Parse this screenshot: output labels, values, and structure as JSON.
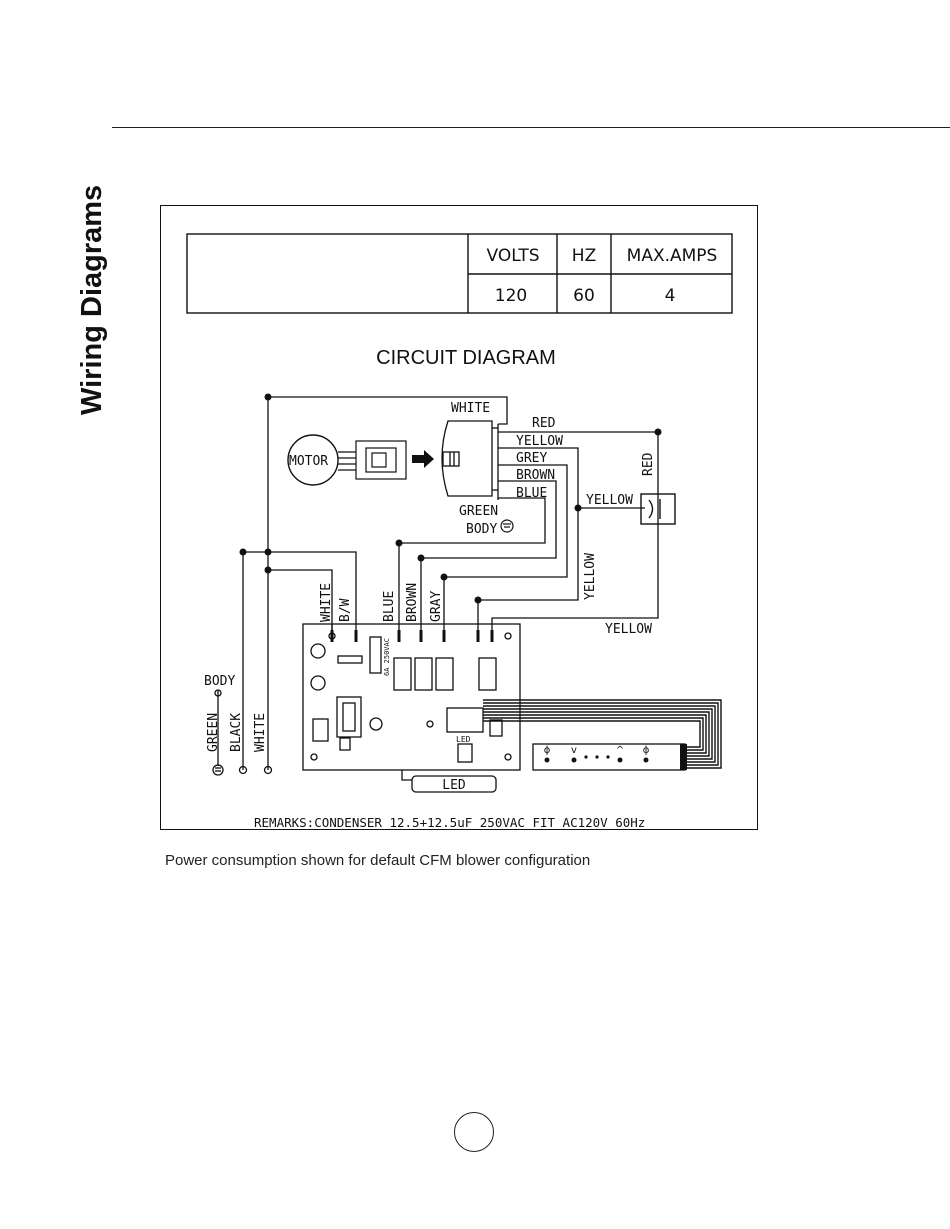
{
  "section_title": "Wiring Diagrams",
  "spec_table": {
    "headers": [
      "VOLTS",
      "HZ",
      "MAX.AMPS"
    ],
    "values": [
      "120",
      "60",
      "4"
    ]
  },
  "diagram": {
    "title": "CIRCUIT DIAGRAM",
    "labels": {
      "motor": "MOTOR",
      "white_top": "WHITE",
      "red_top": "RED",
      "yellow_top": "YELLOW",
      "grey": "GREY",
      "brown_top": "BROWN",
      "blue_top": "BLUE",
      "green": "GREEN",
      "body_motor": "BODY",
      "red_cap": "RED",
      "yellow_cap": "YELLOW",
      "yellow_vertical": "YELLOW",
      "yellow_bottom": "YELLOW",
      "board_white": "WHITE",
      "board_bw": "B/W",
      "board_blue": "BLUE",
      "board_brown": "BROWN",
      "board_gray": "GRAY",
      "supply_body": "BODY",
      "supply_green": "GREEN",
      "supply_black": "BLACK",
      "supply_white": "WHITE",
      "led_small": "LED",
      "led_box": "LED",
      "fuse": "6A 250VAC"
    },
    "remarks": "REMARKS:CONDENSER 12.5+12.5uF  250VAC FIT AC120V 60Hz"
  },
  "caption": "Power consumption shown for default CFM blower configuration"
}
